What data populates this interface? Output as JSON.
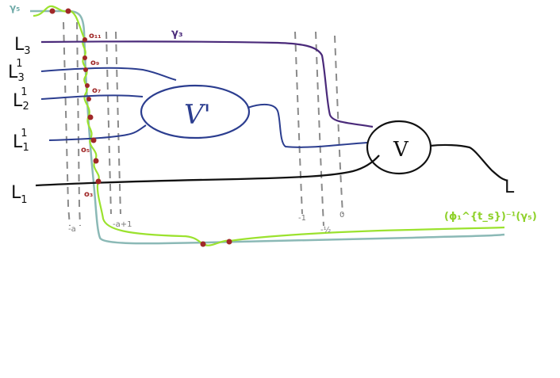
{
  "diagram": {
    "left_labels": [
      {
        "main": "L",
        "sup": "",
        "sub": "3"
      },
      {
        "main": "L",
        "sup": "1",
        "sub": "3"
      },
      {
        "main": "L",
        "sup": "1",
        "sub": "2"
      },
      {
        "main": "L",
        "sup": "1",
        "sub": "1"
      },
      {
        "main": "L",
        "sup": "",
        "sub": "1"
      }
    ],
    "right_label": "L",
    "gamma_top": "γ₅",
    "gamma_3": "γ₃",
    "node_vprime": "V'",
    "node_v": "V",
    "o_labels": [
      "o₁₁",
      "o₉",
      "o₇",
      "o₅",
      "o₃"
    ],
    "ticks": [
      "-a",
      "-a+1",
      "-1",
      "-½",
      "0"
    ],
    "bottom_label": "(ϕ₁^{t_s})⁻¹(γ₅)",
    "colors": {
      "black": "#111111",
      "purple": "#4a2a7a",
      "blue": "#2b3d8f",
      "green": "#9be22e",
      "teal": "#8bb9b6",
      "dot": "#a02828",
      "dashed": "#8a8a8a"
    }
  }
}
